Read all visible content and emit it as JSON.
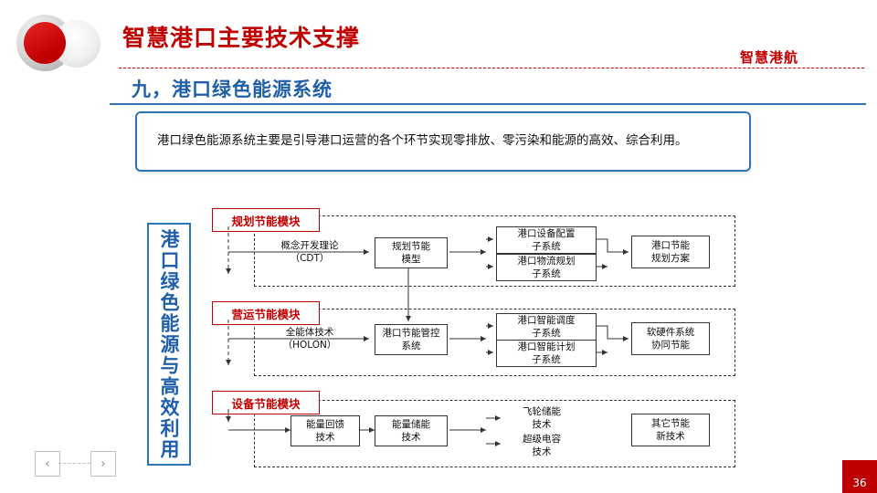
{
  "header": {
    "title": "智慧港口主要技术支撑",
    "brand": "智慧港航",
    "section_title": "九，港口绿色能源系统"
  },
  "intro": {
    "text": "港口绿色能源系统主要是引导港口运营的各个环节实现零排放、零污染和能源的高效、综合利用。"
  },
  "banner": {
    "text": "港口绿色能源与高效利用"
  },
  "diagram": {
    "groups": [
      {
        "label": "规划节能模块"
      },
      {
        "label": "营运节能模块"
      },
      {
        "label": "设备节能模块"
      }
    ],
    "nodes": {
      "n1": "概念开发理论\n（CDT）",
      "n2": "规划节能\n模型",
      "n3": "港口设备配置\n子系统",
      "n4": "港口物流规划\n子系统",
      "n5": "港口节能\n规划方案",
      "n6": "全能体技术\n（HOLON）",
      "n7": "港口节能管控\n系统",
      "n8": "港口智能调度\n子系统",
      "n9": "港口智能计划\n子系统",
      "n10": "软硬件系统\n协同节能",
      "n11": "能量回馈\n技术",
      "n12": "能量储能\n技术",
      "n13": "飞轮储能\n技术",
      "n14": "超级电容\n技术",
      "n15": "其它节能\n新技术"
    }
  },
  "footer": {
    "prev_label": "‹",
    "next_label": "›",
    "page_number": "36"
  },
  "colors": {
    "accent_red": "#c00000",
    "accent_blue": "#2e75b6",
    "title_blue": "#1f5fa9"
  }
}
